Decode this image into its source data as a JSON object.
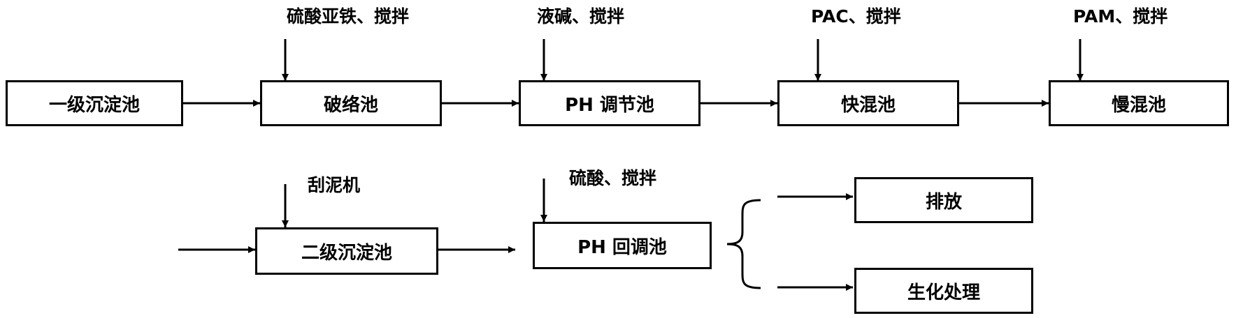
{
  "top_row": {
    "box1": "一级沉淀池",
    "box2": "破络池",
    "box3": "PH 调节池",
    "box4": "快混池",
    "box5": "慢混池",
    "input2": "硫酸亚铁、搅拌",
    "input3": "液碱、搅拌",
    "input4": "PAC、搅拌",
    "input5": "PAM、搅拌"
  },
  "bottom_row": {
    "box1": "二级沉淀池",
    "box2": "PH 回调池",
    "input1": "刮泥机",
    "input2": "硫酸、搅拌",
    "out1": "排放",
    "out2": "生化处理"
  }
}
